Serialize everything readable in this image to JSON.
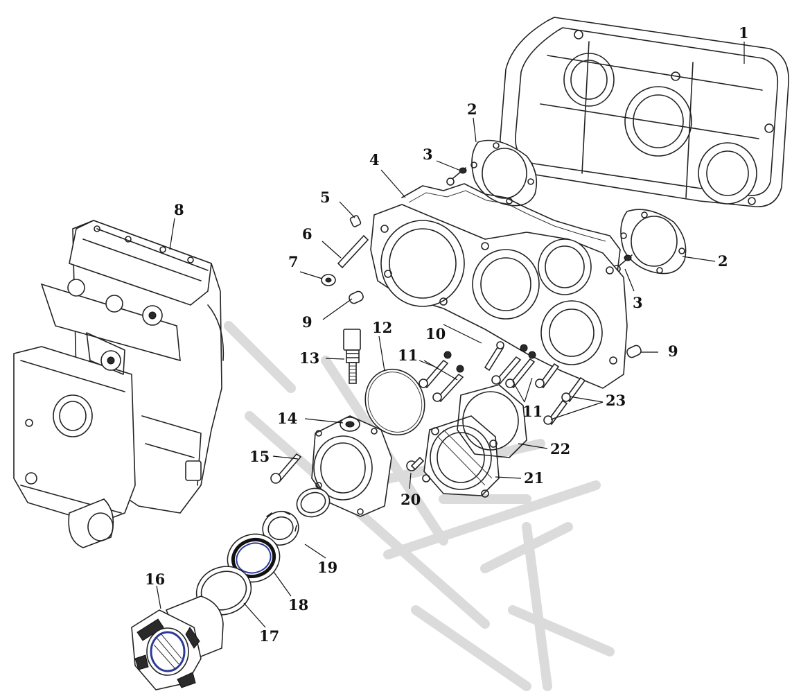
{
  "diagram": {
    "callouts": [
      "1",
      "2",
      "2",
      "3",
      "3",
      "4",
      "5",
      "6",
      "7",
      "8",
      "9",
      "9",
      "10",
      "11",
      "11",
      "12",
      "13",
      "14",
      "15",
      "16",
      "17",
      "18",
      "19",
      "20",
      "21",
      "22",
      "23"
    ]
  },
  "colors": {
    "line": "#222222",
    "watermark": "#cfcfcf",
    "seal_accent": "#2b3a9a"
  },
  "icons": [
    "exploded-parts-drawing"
  ]
}
